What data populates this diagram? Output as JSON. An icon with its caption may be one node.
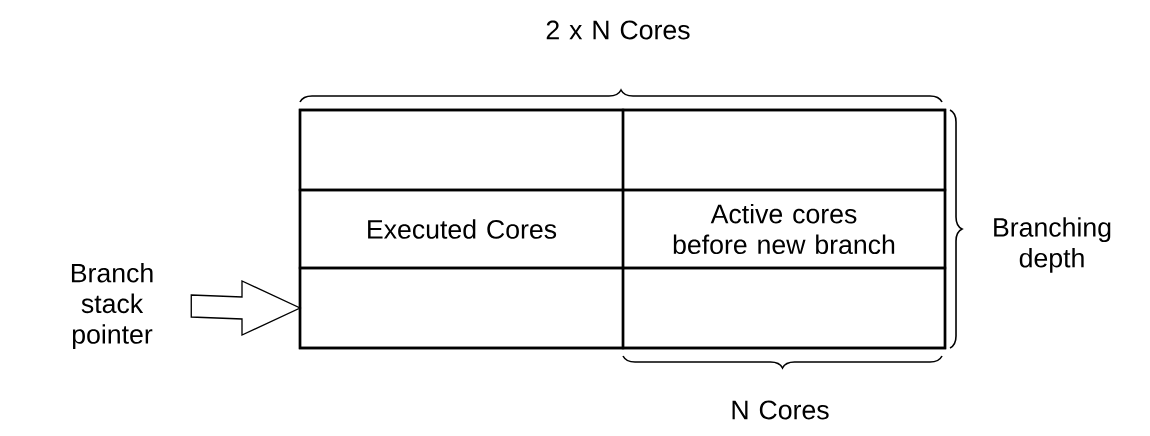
{
  "diagram": {
    "nodes": [
      {
        "text": [],
        "shape": "box"
      },
      {
        "text": [],
        "shape": "box",
        "in": 0
      },
      {
        "text": [],
        "shape": "box",
        "in": 0
      },
      {
        "text": [
          "Executed Cores"
        ],
        "in": 0
      },
      {
        "text": [
          "Active cores before new branch"
        ],
        "in": 0
      },
      {
        "text": [],
        "shape": "box",
        "in": 0
      },
      {
        "text": [],
        "shape": "box",
        "in": 0
      },
      {
        "text": [
          "Branch stack pointer"
        ]
      }
    ],
    "edges": [
      {
        "from": 7,
        "to": 5,
        "arrow": "to"
      }
    ],
    "labels": [
      "2 x N Cores",
      "Branching depth",
      "N Cores"
    ]
  }
}
